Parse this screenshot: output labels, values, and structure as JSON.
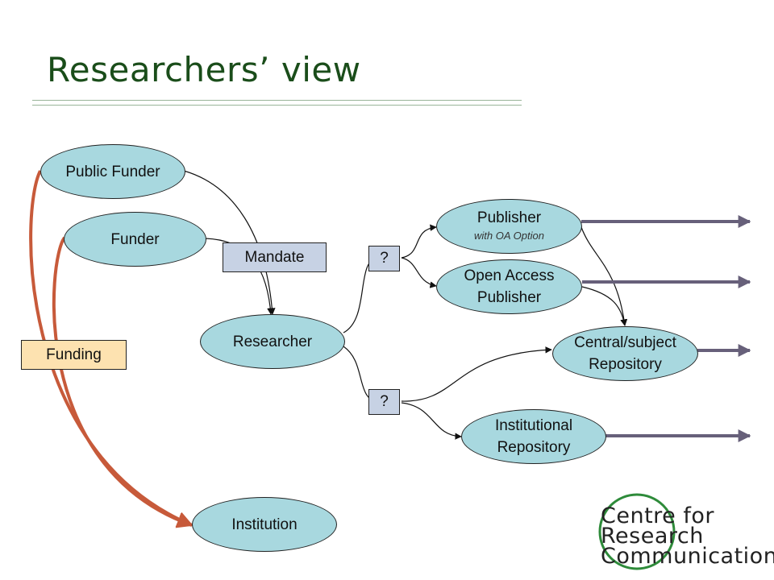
{
  "title": "Researchers’ view",
  "nodes": {
    "public_funder": "Public Funder",
    "funder": "Funder",
    "researcher": "Researcher",
    "institution": "Institution",
    "publisher": "Publisher",
    "publisher_sub": "with OA Option",
    "oa_publisher_line1": "Open Access",
    "oa_publisher_line2": "Publisher",
    "central_line1": "Central/subject",
    "central_line2": "Repository",
    "institutional_line1": "Institutional",
    "institutional_line2": "Repository"
  },
  "labels": {
    "mandate": "Mandate",
    "funding": "Funding",
    "question_top": "?",
    "question_bottom": "?"
  },
  "logo": {
    "line1": "Centre for",
    "line2": "Research",
    "line3": "Communications"
  },
  "colors": {
    "node_fill": "#a8d8df",
    "mandate_fill": "#c7d2e4",
    "funding_fill": "#fde2b0",
    "funding_arrow": "#c75a3a",
    "output_arrow": "#67607a",
    "title": "#1a4d1a"
  }
}
